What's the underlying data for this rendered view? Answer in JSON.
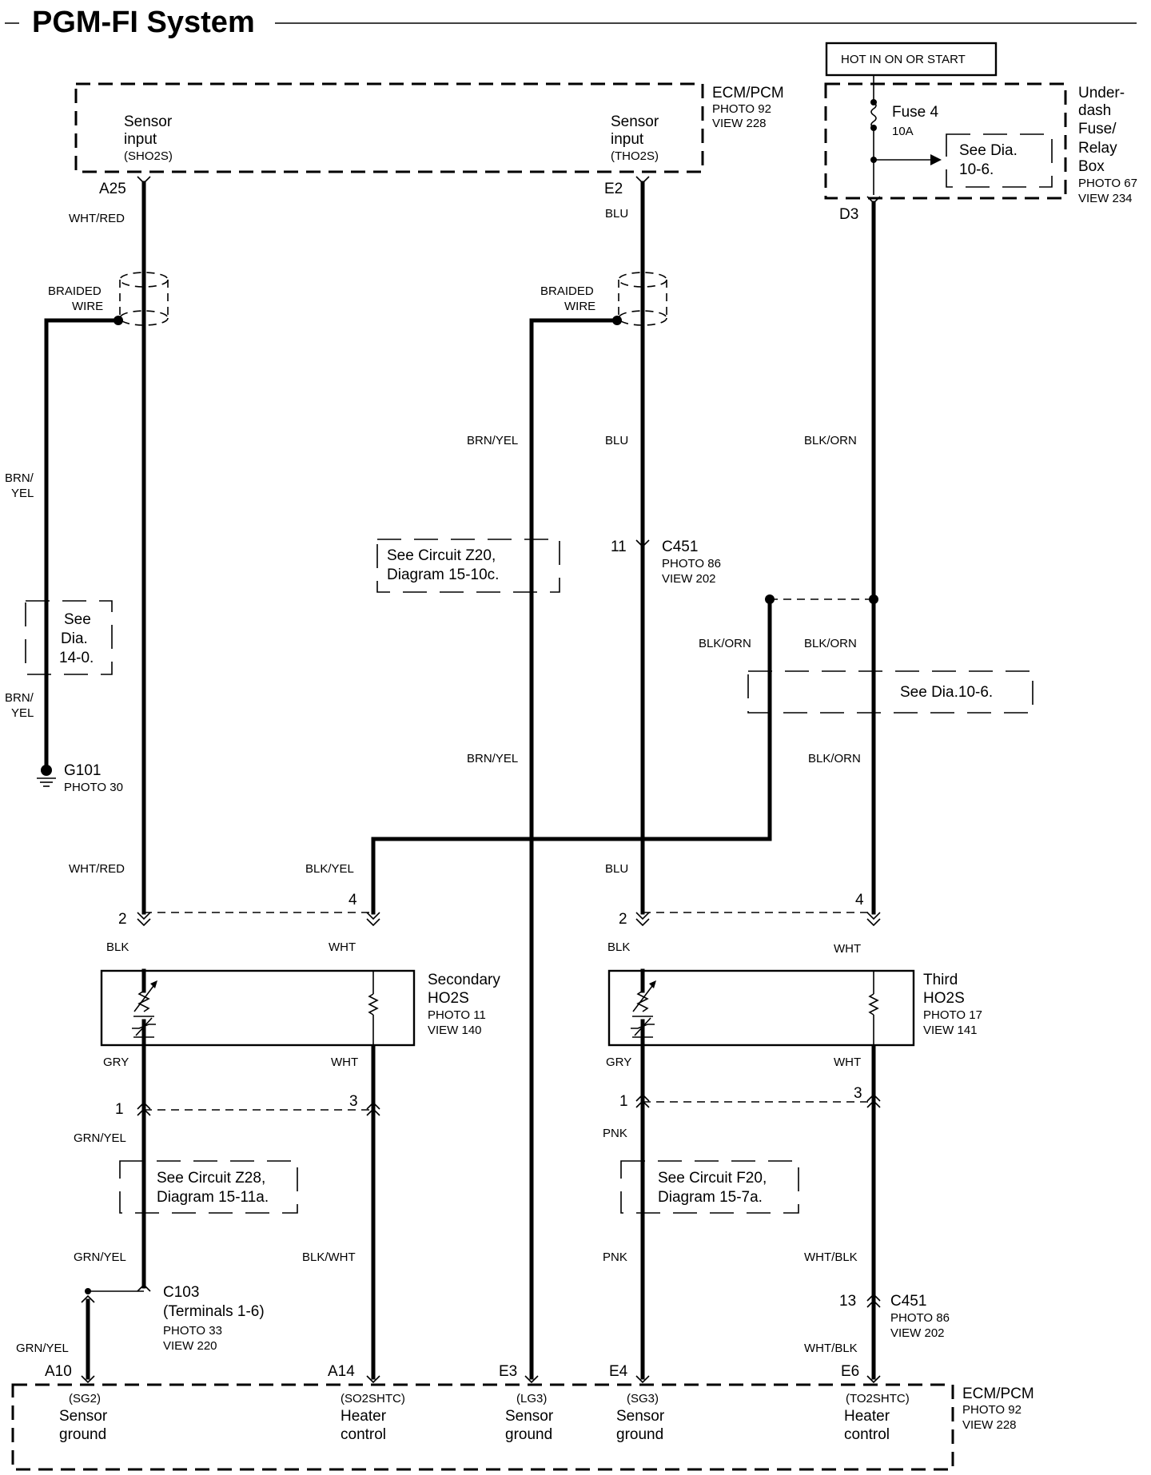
{
  "title": "PGM-FI System",
  "ecm_top": {
    "name": "ECM/PCM",
    "photo": "PHOTO 92",
    "view": "VIEW 228",
    "left_label": [
      "Sensor",
      "input"
    ],
    "left_code": "(SHO2S)",
    "right_label": [
      "Sensor",
      "input"
    ],
    "right_code": "(THO2S)"
  },
  "hot_label": "HOT IN ON OR START",
  "fuse_box": {
    "fuse": "Fuse 4",
    "rating": "10A",
    "see": [
      "See Dia.",
      "10-6."
    ],
    "name": [
      "Under-",
      "dash",
      "Fuse/",
      "Relay",
      "Box"
    ],
    "photo": "PHOTO 67",
    "view": "VIEW 234",
    "terminal": "D3"
  },
  "pins": {
    "a25": "A25",
    "e2": "E2",
    "a10": "A10",
    "a14": "A14",
    "e3": "E3",
    "e4": "E4",
    "e6": "E6"
  },
  "wires": {
    "wht_red": "WHT/RED",
    "blu": "BLU",
    "brn_yel": "BRN/YEL",
    "brn_yel_split": [
      "BRN/",
      "YEL"
    ],
    "blk_orn": "BLK/ORN",
    "blk_yel": "BLK/YEL",
    "blk": "BLK",
    "wht": "WHT",
    "gry": "GRY",
    "grn_yel": "GRN/YEL",
    "blk_wht": "BLK/WHT",
    "pnk": "PNK",
    "wht_blk": "WHT/BLK"
  },
  "braided": [
    "BRAIDED",
    "WIRE"
  ],
  "see_left": [
    "See",
    "Dia.",
    "14-0."
  ],
  "ground": {
    "name": "G101",
    "photo": "PHOTO 30"
  },
  "see_z20": [
    "See Circuit Z20,",
    "Diagram 15-10c."
  ],
  "c451_upper": {
    "pin": "11",
    "name": "C451",
    "photo": "PHOTO 86",
    "view": "VIEW 202"
  },
  "see_10_6": "See Dia.10-6.",
  "sensor_left": {
    "name": [
      "Secondary",
      "HO2S"
    ],
    "photo": "PHOTO 11",
    "view": "VIEW 140"
  },
  "sensor_right": {
    "name": [
      "Third",
      "HO2S"
    ],
    "photo": "PHOTO 17",
    "view": "VIEW 141"
  },
  "pin_nums": {
    "p1": "1",
    "p2": "2",
    "p3": "3",
    "p4": "4"
  },
  "see_z28": [
    "See Circuit Z28,",
    "Diagram 15-11a."
  ],
  "see_f20": [
    "See Circuit F20,",
    "Diagram 15-7a."
  ],
  "c103": {
    "name": "C103",
    "terms": "(Terminals 1-6)",
    "photo": "PHOTO 33",
    "view": "VIEW 220"
  },
  "c451_lower": {
    "pin": "13",
    "name": "C451",
    "photo": "PHOTO 86",
    "view": "VIEW 202"
  },
  "ecm_bottom": {
    "name": "ECM/PCM",
    "photo": "PHOTO 92",
    "view": "VIEW 228",
    "a10_code": "(SG2)",
    "a10_label": [
      "Sensor",
      "ground"
    ],
    "a14_code": "(SO2SHTC)",
    "a14_label": [
      "Heater",
      "control"
    ],
    "e3_code": "(LG3)",
    "e3_label": [
      "Sensor",
      "ground"
    ],
    "e4_code": "(SG3)",
    "e4_label": [
      "Sensor",
      "ground"
    ],
    "e6_code": "(TO2SHTC)",
    "e6_label": [
      "Heater",
      "control"
    ]
  }
}
